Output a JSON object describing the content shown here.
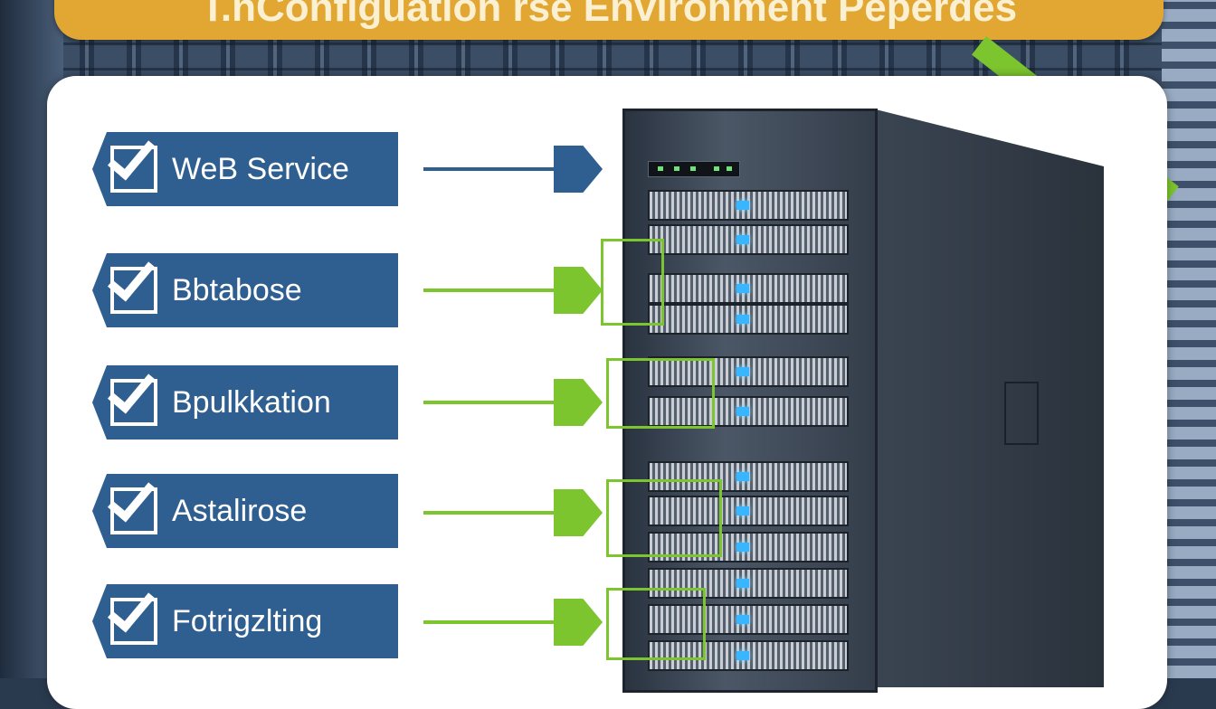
{
  "title": "T.nConfiguation rse Environment Peperdes",
  "colors": {
    "banner": "#e2a733",
    "item_bg": "#2f5f90",
    "connector_blue": "#2f5f90",
    "connector_green": "#7dc52e"
  },
  "items": [
    {
      "label": "WeB Service",
      "icon": "checkbox-checked-icon",
      "connector": "blue"
    },
    {
      "label": "Bbtabose",
      "icon": "checkbox-checked-icon",
      "connector": "green"
    },
    {
      "label": "Bpulkkation",
      "icon": "checkbox-checked-icon",
      "connector": "green"
    },
    {
      "label": "Astalirose",
      "icon": "checkbox-checked-icon",
      "connector": "green"
    },
    {
      "label": "Fotrigzlting",
      "icon": "checkbox-checked-icon",
      "connector": "green"
    }
  ]
}
